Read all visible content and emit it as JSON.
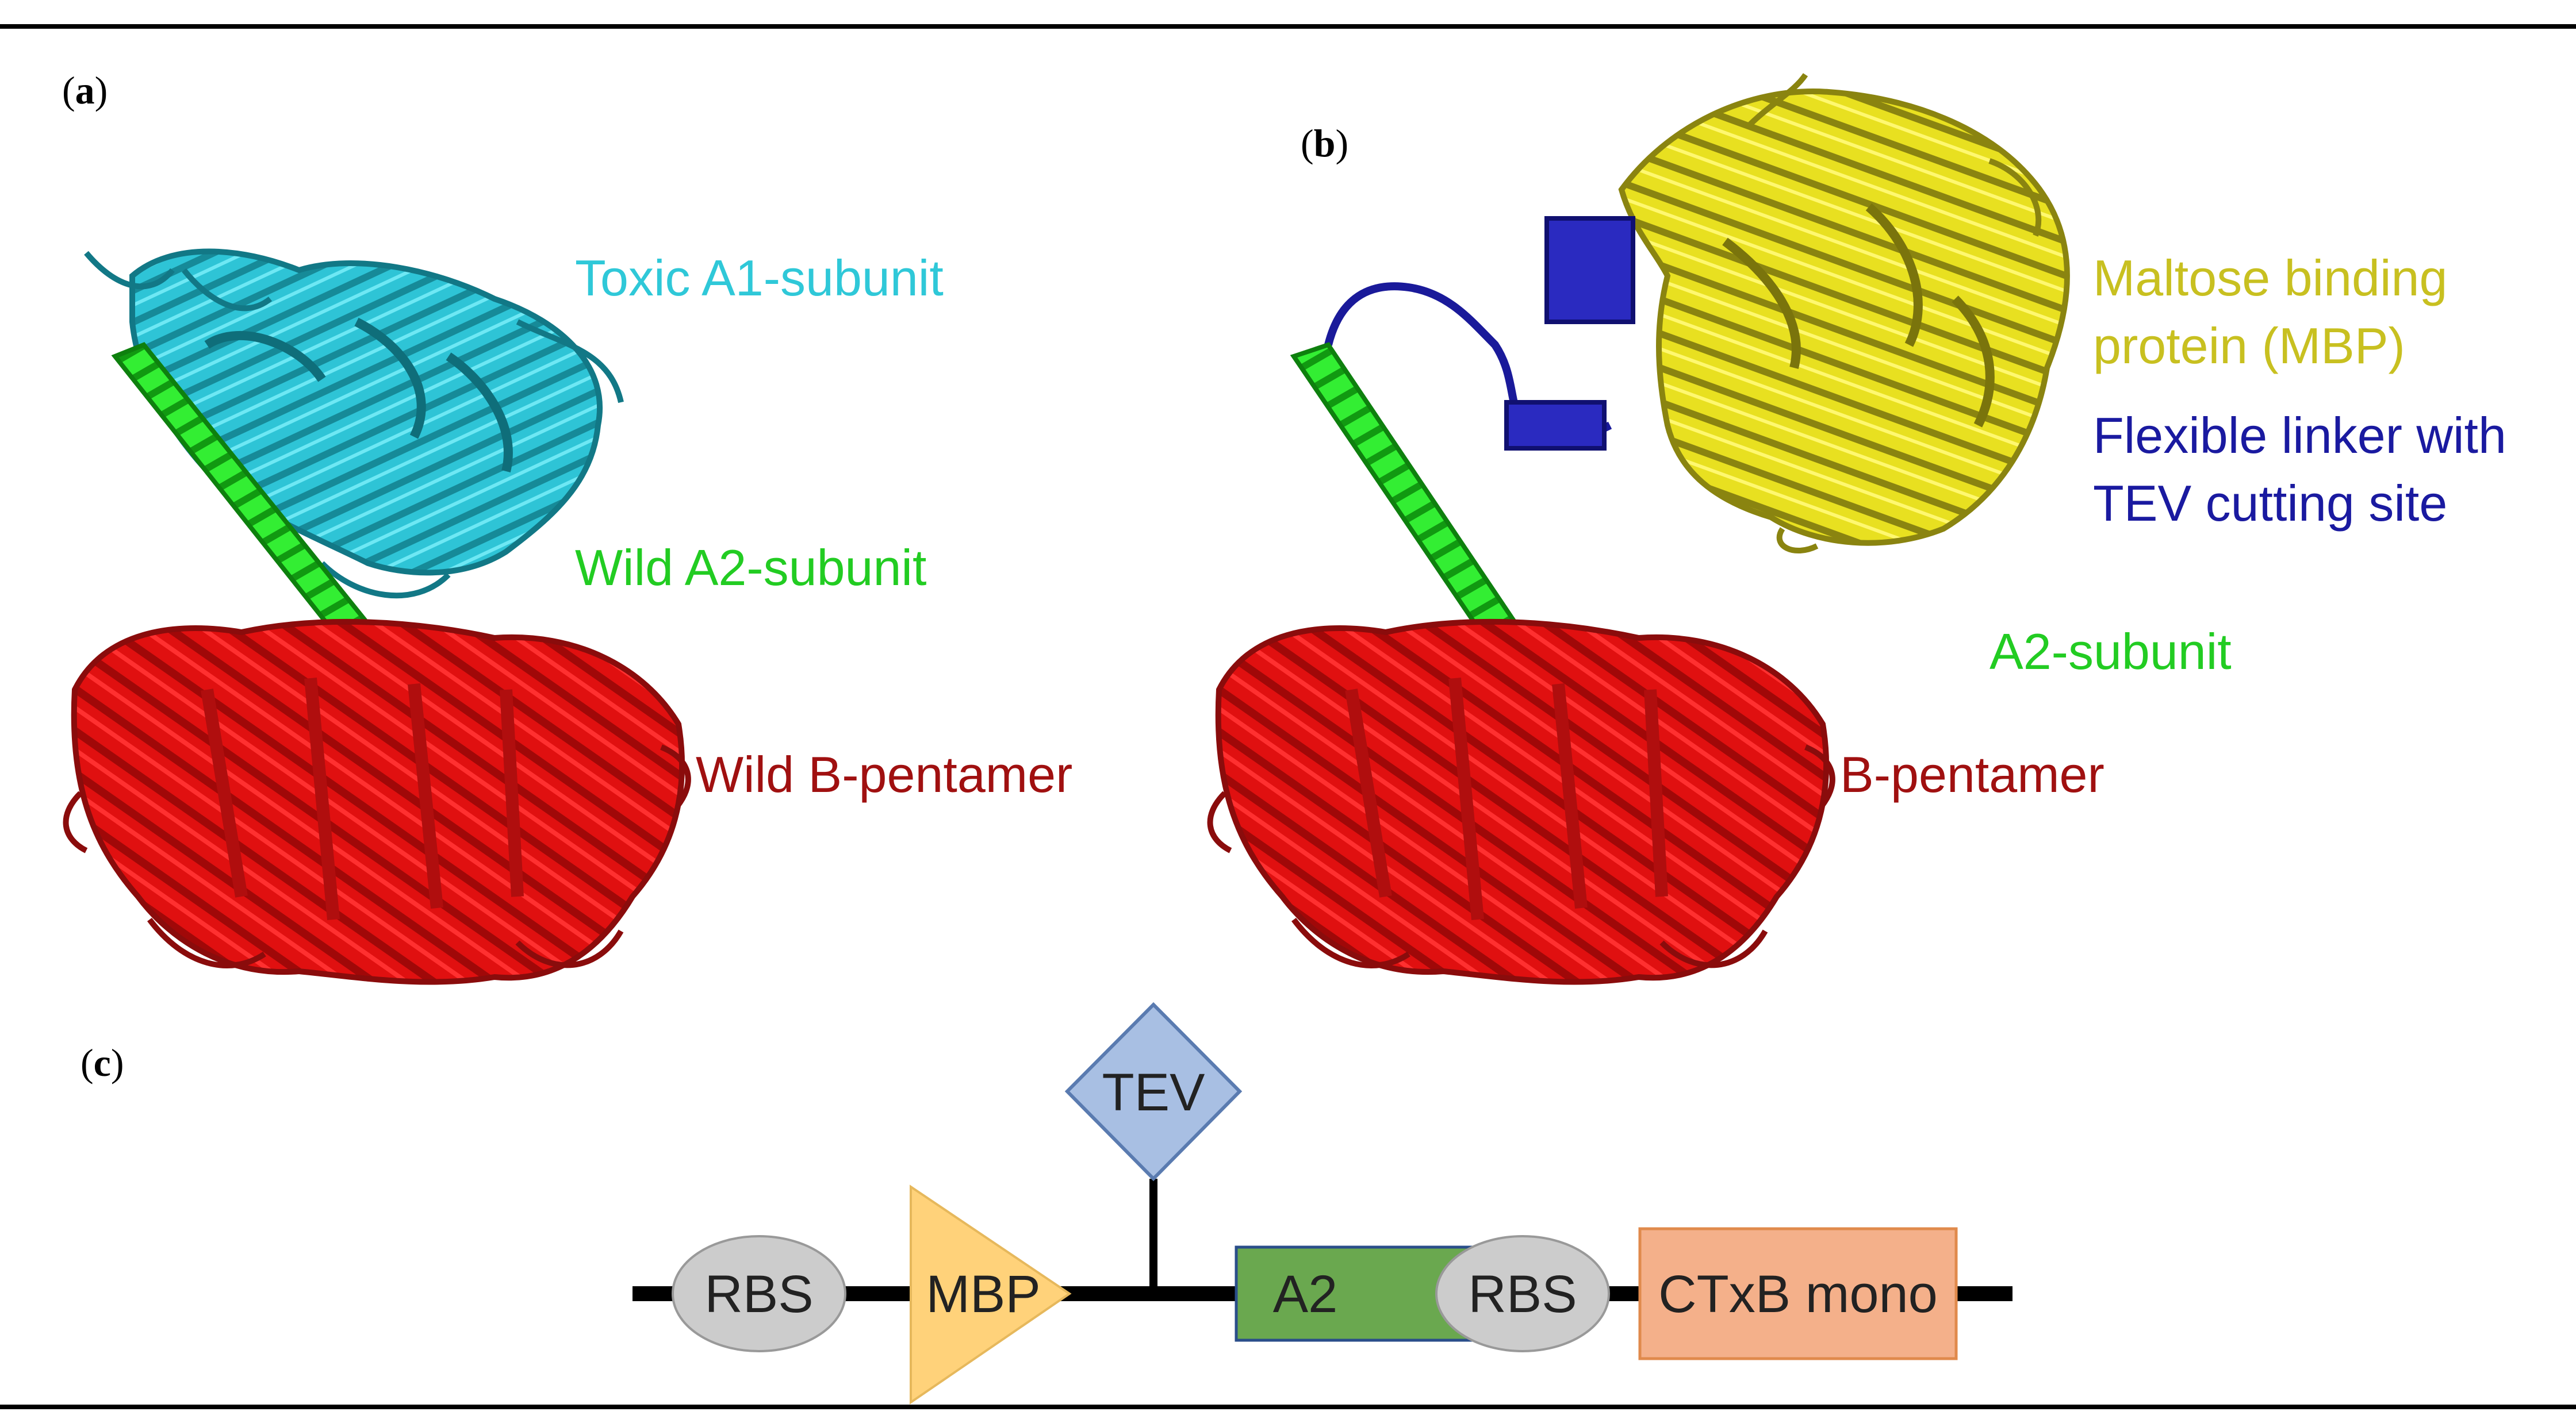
{
  "panels": {
    "a": {
      "label_paren_open": "(",
      "label_letter": "a",
      "label_paren_close": ")"
    },
    "b": {
      "label_paren_open": "(",
      "label_letter": "b",
      "label_paren_close": ")"
    },
    "c": {
      "label_paren_open": "(",
      "label_letter": "c",
      "label_paren_close": ")"
    }
  },
  "structure_a": {
    "a1_label": "Toxic A1-subunit",
    "a2_label": "Wild A2-subunit",
    "b_label": "Wild B-pentamer"
  },
  "structure_b": {
    "mbp_label_line1": "Maltose binding",
    "mbp_label_line2": "protein (MBP)",
    "linker_label_line1": "Flexible linker with",
    "linker_label_line2": "TEV cutting site",
    "a2_label": "A2-subunit",
    "b_label": "B-pentamer"
  },
  "construct": {
    "rbs1": "RBS",
    "mbp": "MBP",
    "tev": "TEV",
    "a2": "A2",
    "rbs2": "RBS",
    "ctxb": "CTxB mono"
  },
  "colors": {
    "a1_cyan": "#2fc8d8",
    "a2_green": "#22cc22",
    "b_red": "#a01010",
    "mbp_yellow": "#c8c020",
    "linker_blue": "#1a1aa0",
    "rbs_gray": "#cccccc",
    "mbp_orange": "#ffd27a",
    "tev_blue": "#a8bfe3",
    "a2_box_green": "#6aa84f",
    "ctxb_salmon": "#f4b08a"
  }
}
